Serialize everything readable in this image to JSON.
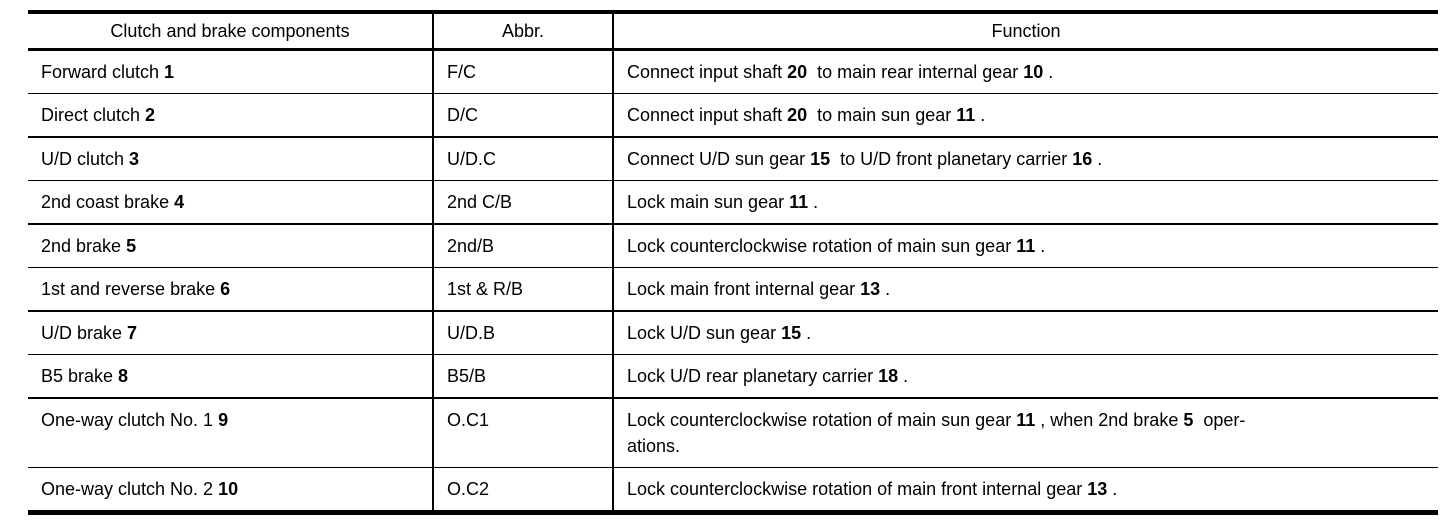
{
  "table": {
    "headers": [
      "Clutch and brake components",
      "Abbr.",
      "Function"
    ],
    "rows": [
      {
        "component": "Forward clutch **1**",
        "abbr": "F/C",
        "function": "Connect input shaft **20**  to main rear internal gear **10** ."
      },
      {
        "component": "Direct clutch **2**",
        "abbr": "D/C",
        "function": "Connect input shaft **20**  to main sun gear **11** ."
      },
      {
        "component": "U/D clutch **3**",
        "abbr": "U/D.C",
        "function": "Connect U/D sun gear **15**  to U/D front planetary carrier **16** ."
      },
      {
        "component": "2nd coast brake **4**",
        "abbr": "2nd C/B",
        "function": "Lock main sun gear **11** ."
      },
      {
        "component": "2nd brake **5**",
        "abbr": "2nd/B",
        "function": "Lock counterclockwise rotation of main sun gear **11** ."
      },
      {
        "component": "1st and reverse brake **6**",
        "abbr": "1st & R/B",
        "function": "Lock main front internal gear **13** ."
      },
      {
        "component": "U/D brake **7**",
        "abbr": "U/D.B",
        "function": "Lock U/D sun gear **15** ."
      },
      {
        "component": "B5 brake **8**",
        "abbr": "B5/B",
        "function": "Lock U/D rear planetary carrier **18** ."
      },
      {
        "component": "One-way clutch No. 1 **9**",
        "abbr": "O.C1",
        "function": "Lock counterclockwise rotation of main sun gear **11** , when 2nd brake **5**  oper-\nations."
      },
      {
        "component": "One-way clutch No. 2 **10**",
        "abbr": "O.C2",
        "function": "Lock counterclockwise rotation of main front internal gear **13** ."
      }
    ]
  }
}
